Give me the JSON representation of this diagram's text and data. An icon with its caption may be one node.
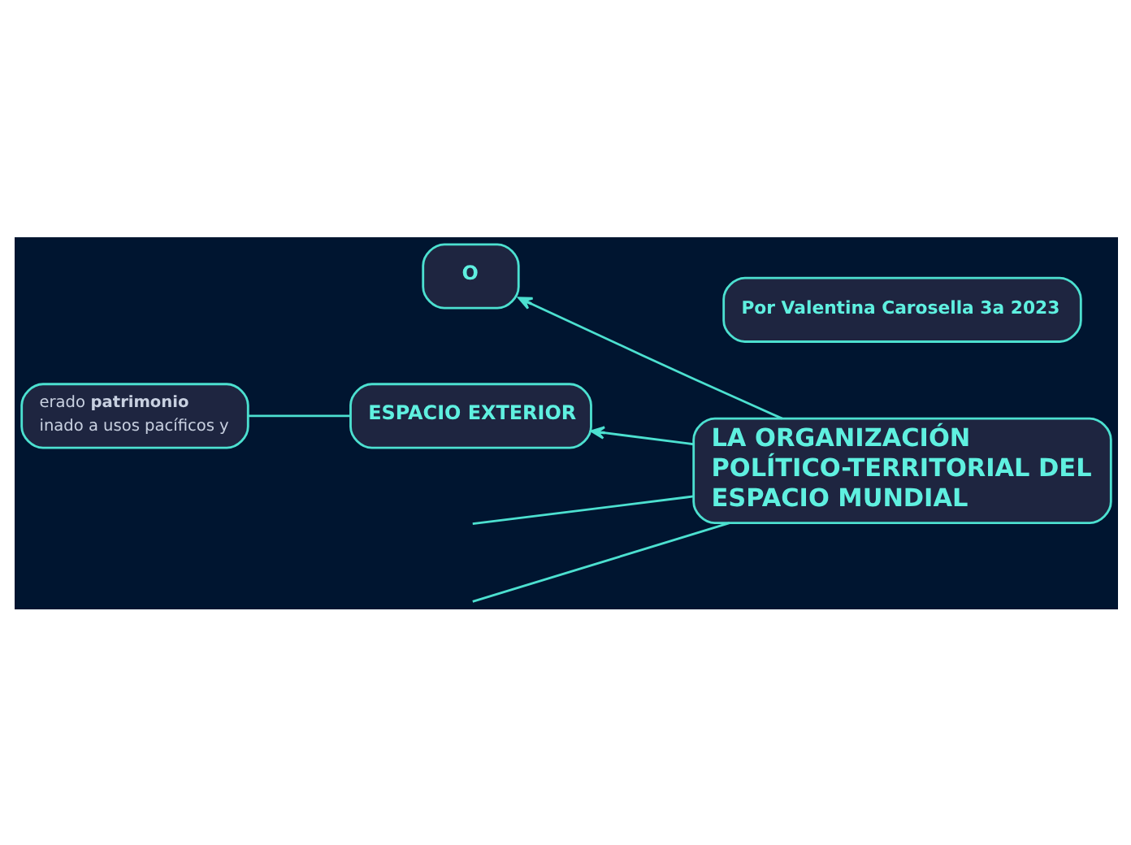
{
  "diagram": {
    "nodes": [
      {
        "text": [
          "LA ORGANIZACIÓN POLÍTICO-TERRITORIAL DEL ESPACIO MUNDIAL"
        ]
      },
      {
        "text": [
          "O"
        ]
      },
      {
        "text": [
          "ESPACIO EXTERIOR"
        ]
      },
      {
        "text": [
          "erado **patrimonio**",
          "inado a usos pacíficos y"
        ]
      },
      {
        "text": [
          "Por Valentina Carosella 3a 2023"
        ]
      }
    ],
    "edges": [
      {
        "from": 0,
        "to": null,
        "arrow": "none"
      },
      {
        "from": 0,
        "to": null,
        "arrow": "none"
      },
      {
        "from": 0,
        "to": 1,
        "arrow": "to"
      },
      {
        "from": 0,
        "to": 2,
        "arrow": "to"
      },
      {
        "from": 2,
        "to": 3,
        "arrow": "none"
      }
    ]
  }
}
